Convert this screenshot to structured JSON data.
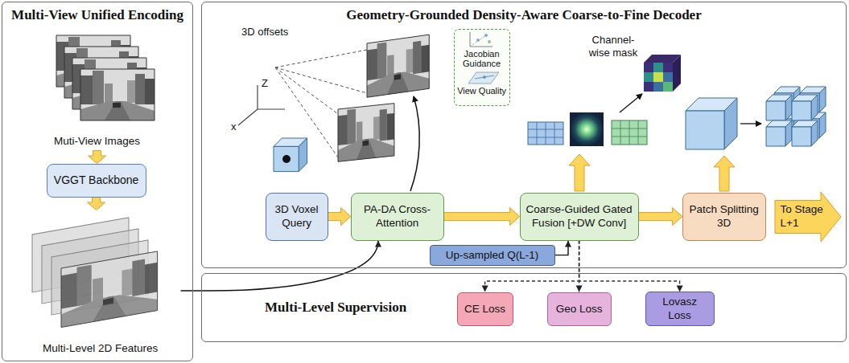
{
  "diagram": {
    "nodes": [
      {
        "text": [
          "Multi-View Unified Encoding"
        ]
      },
      {
        "text": [
          "Muti-View Images"
        ],
        "in": 0
      },
      {
        "text": [
          "VGGT Backbone"
        ],
        "in": 0
      },
      {
        "text": [
          "Multi-Level 2D Features"
        ],
        "in": 0
      },
      {
        "text": [
          "Geometry-Grounded Density-Aware Coarse-to-Fine Decoder"
        ]
      },
      {
        "text": [
          "Jacobian Guidance",
          "View Quality"
        ],
        "in": 4
      },
      {
        "text": [
          "3D Voxel Query"
        ],
        "in": 4
      },
      {
        "text": [
          "PA-DA Cross-Attention"
        ],
        "in": 4
      },
      {
        "text": [
          "Coarse-Guided Gated Fusion [+DW Conv]"
        ],
        "in": 4
      },
      {
        "text": [
          "Patch Splitting 3D"
        ],
        "in": 4
      },
      {
        "text": [
          "To Stage",
          "L+1"
        ],
        "in": 4
      },
      {
        "text": [
          "Up-sampled Q(L-1)"
        ],
        "in": 4
      },
      {
        "text": [
          "Multi-Level Supervision"
        ]
      },
      {
        "text": [
          "CE Loss"
        ],
        "in": 12
      },
      {
        "text": [
          "Geo Loss"
        ],
        "in": 12
      },
      {
        "text": [
          "Lovasz Loss"
        ],
        "in": 12
      }
    ],
    "edges": [
      {
        "from": 1,
        "to": 2,
        "arrow": "to"
      },
      {
        "from": 2,
        "to": 3,
        "arrow": "to"
      },
      {
        "from": 3,
        "to": 7,
        "arrow": "to"
      },
      {
        "from": 6,
        "to": 7,
        "arrow": "to"
      },
      {
        "from": 7,
        "to": 8,
        "arrow": "to"
      },
      {
        "from": 8,
        "to": 9,
        "arrow": "to"
      },
      {
        "from": 11,
        "to": 8,
        "arrow": "to"
      },
      {
        "from": 8,
        "to": 13,
        "arrow": "to"
      },
      {
        "from": 8,
        "to": 14,
        "arrow": "to"
      },
      {
        "from": 8,
        "to": 15,
        "arrow": "to"
      }
    ],
    "labels": [
      "3D offsets",
      "Z",
      "x",
      "Channel-wise mask"
    ]
  }
}
